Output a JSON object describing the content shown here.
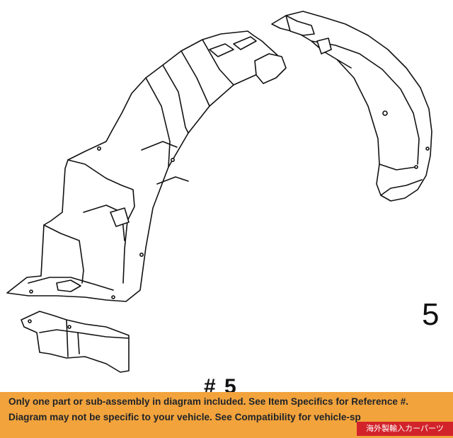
{
  "callout_number": "5",
  "item_reference": "# 5",
  "banner": {
    "line1": "Only one part or sub-assembly in diagram included. See Item Specifics for Reference #.",
    "line2": "Diagram may not be specific to your vehicle. See Compatibility for vehicle-sp"
  },
  "watermark_text": "海外製輸入カーパーツ",
  "colors": {
    "banner": "#f2a33c",
    "banner_text": "#1f2328",
    "watermark": "#d2232a",
    "line": "#111111"
  }
}
